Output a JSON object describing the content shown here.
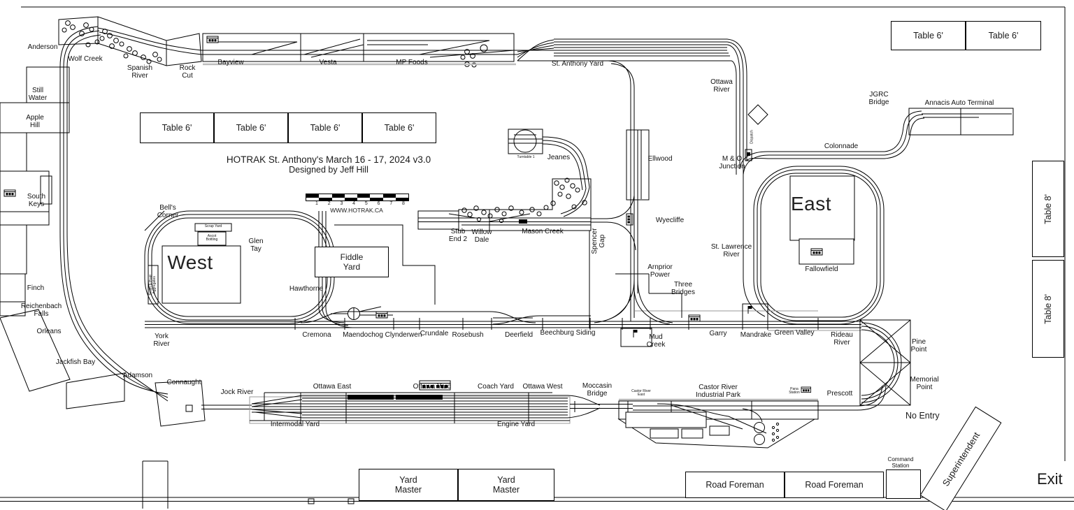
{
  "meta": {
    "title_line1": "HOTRAK St. Anthony's March 16 - 17, 2024 v3.0",
    "title_line2": "Designed by Jeff Hill",
    "website": "WWW.HOTRAK.CA",
    "scale_numbers": [
      "1",
      "2",
      "3",
      "4",
      "5",
      "6",
      "7",
      "8"
    ]
  },
  "tables": {
    "table6": "Table 6'",
    "table8": "Table 8'"
  },
  "roles": {
    "yard_master": "Yard\nMaster",
    "road_foreman": "Road Foreman",
    "superintendent": "Superintendent",
    "command_station": "Command\nStation",
    "exit": "Exit",
    "no_entry": "No Entry"
  },
  "labels": {
    "anderson": "Anderson",
    "wolf_creek": "Wolf Creek",
    "spanish_river": "Spanish\nRiver",
    "rock_cut": "Rock\nCut",
    "bayview": "Bayview",
    "vesta": "Vesta",
    "mp_foods": "MP Foods",
    "st_anthony_yard": "St. Anthony Yard",
    "ottawa_river": "Ottawa\nRiver",
    "jgrc_bridge": "JGRC\nBridge",
    "annacis": "Annacis Auto Terminal",
    "colonnade": "Colonnade",
    "mo_junction": "M & O\nJunction",
    "east": "East",
    "st_lawrence": "St. Lawrence\nRiver",
    "fallowfield": "Fallowfield",
    "still_water": "Still\nWater",
    "apple_hill": "Apple\nHill",
    "south_keys": "South\nKeys",
    "finch": "Finch",
    "reichenbach": "Reichenbach\nFalls",
    "orleans": "Orleans",
    "jackfish_bay": "Jackfish Bay",
    "adamson": "Adamson",
    "connaught": "Connaught",
    "jock_river": "Jock River",
    "bells_corner": "Bell's\nCorner",
    "glen_tay": "Glen\nTay",
    "west": "West",
    "scrap_yard": "Scrap Yard",
    "ascot_bottling": "Ascot\nBottling",
    "aggregates": "Smith & Pratt\nAggregates",
    "hawthorne": "Hawthorne",
    "fiddle_yard": "Fiddle\nYard",
    "york_river": "York\nRiver",
    "turntable1": "Turntable 1",
    "jeanes": "Jeanes",
    "ellwood": "Ellwood",
    "wyecliffe": "Wyecliffe",
    "stub_end2": "Stub\nEnd 2",
    "willow_dale": "Willow\nDale",
    "mason_creek": "Mason Creek",
    "spencer_gap": "Spencer\nGap",
    "arnprior_power": "Arnprior\nPower",
    "three_bridges": "Three\nBridges",
    "cremona": "Cremona",
    "maendochog": "Maendochog",
    "clynderwen": "Clynderwen",
    "crundale": "Crundale",
    "rosebush": "Rosebush",
    "deerfield": "Deerfield",
    "beechburg": "Beechburg Siding",
    "mud_creek": "Mud\nCreek",
    "garry": "Garry",
    "mandrake": "Mandrake",
    "green_valley": "Green Valley",
    "rideau_river": "Rideau\nRiver",
    "pine_point": "Pine\nPoint",
    "memorial_point": "Memorial\nPoint",
    "moccasin_bridge": "Moccasin\nBridge",
    "ottawa_east": "Ottawa East",
    "ottawa_yard": "Ottawa Yard",
    "coach_yard": "Coach Yard",
    "ottawa_west": "Ottawa West",
    "intermodal_yard": "Intermodal Yard",
    "engine_yard": "Engine Yard",
    "castor_river_east": "Castor River\nEast",
    "castor_park": "Castor River\nIndustrial Park",
    "pana_station": "Pana\nStation",
    "prescott": "Prescott",
    "dispatcher": "Dispatch"
  }
}
